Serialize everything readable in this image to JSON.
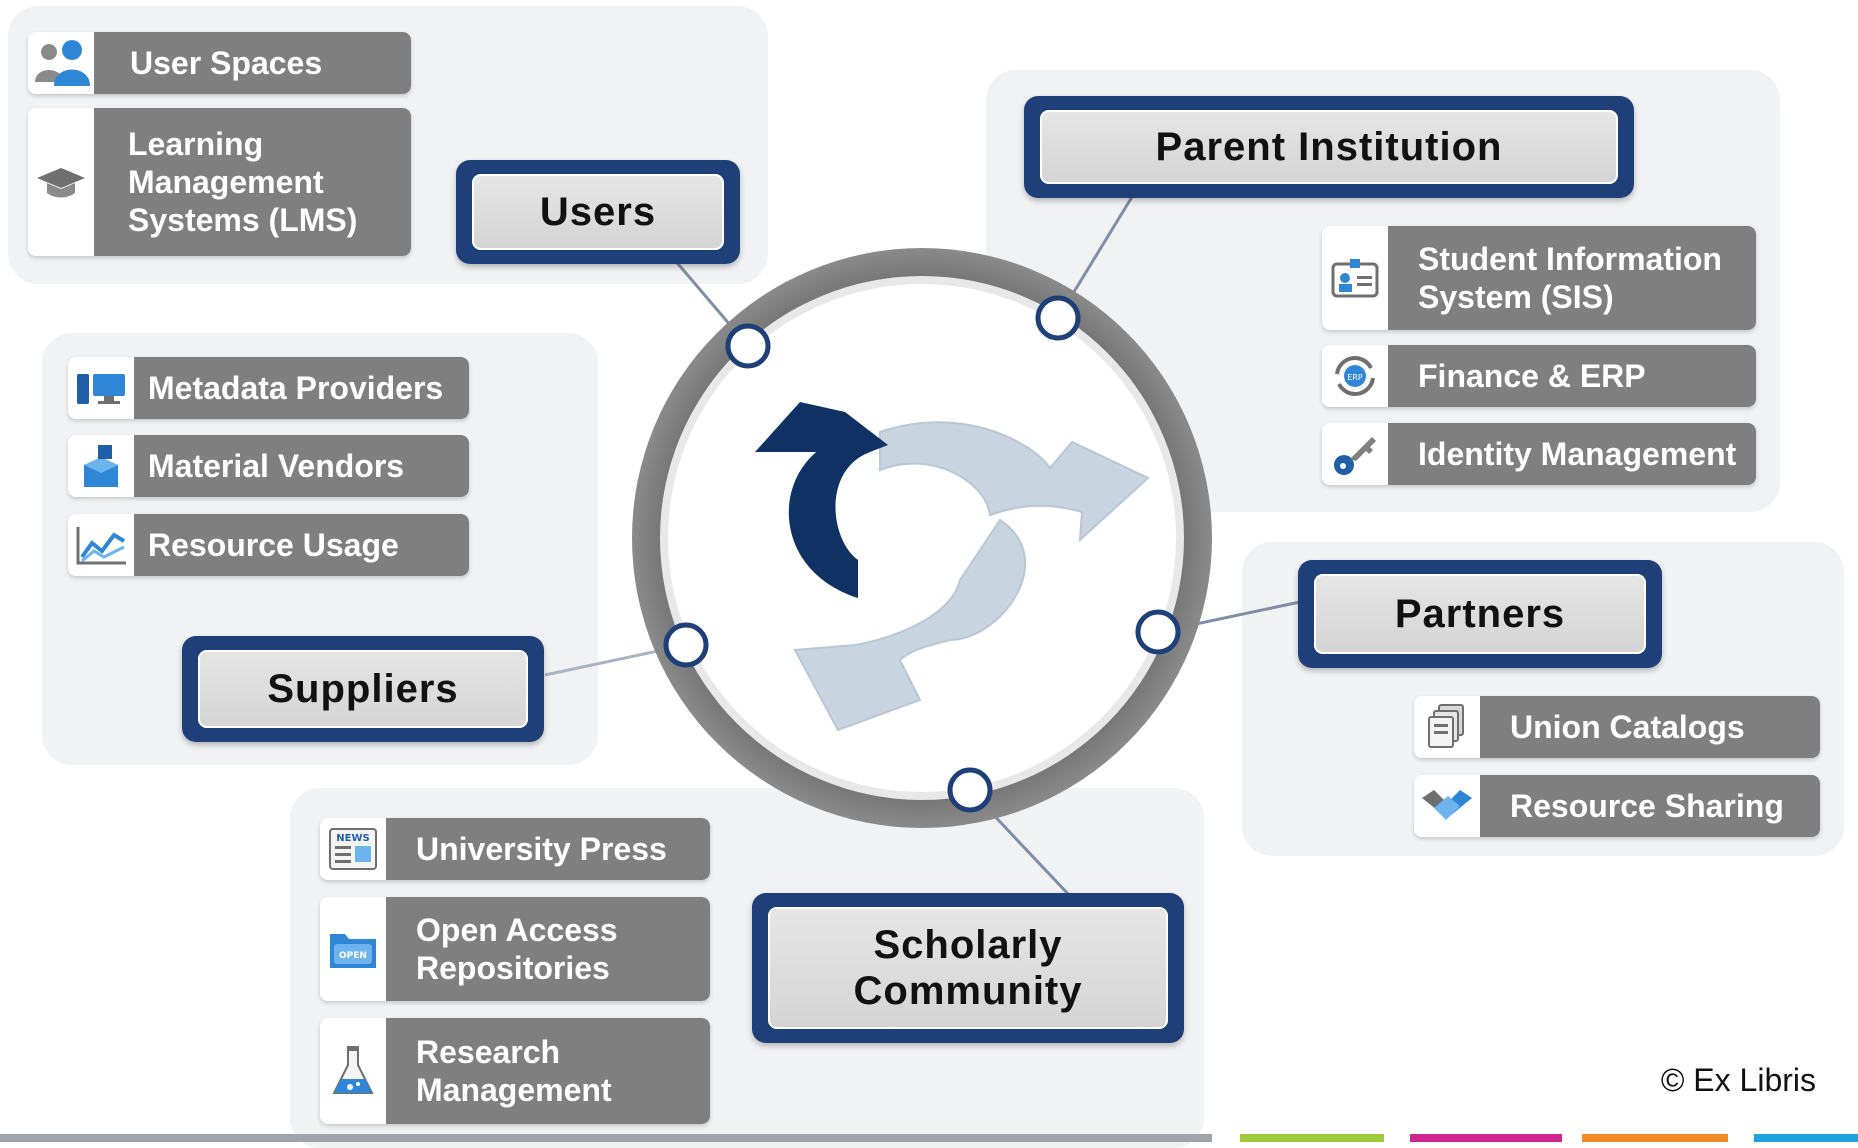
{
  "categories": {
    "users": "Users",
    "parent": "Parent Institution",
    "suppliers": "Suppliers",
    "partners": "Partners",
    "scholarly": "Scholarly\nCommunity"
  },
  "users_items": [
    {
      "label": "User Spaces",
      "icon": "users-icon"
    },
    {
      "label": "Learning\nManagement\nSystems (LMS)",
      "icon": "graduation-cap-icon"
    }
  ],
  "parent_items": [
    {
      "label": "Student Information\nSystem (SIS)",
      "icon": "id-badge-icon"
    },
    {
      "label": "Finance & ERP",
      "icon": "erp-cycle-icon"
    },
    {
      "label": "Identity Management",
      "icon": "key-icon"
    }
  ],
  "supplier_items": [
    {
      "label": "Metadata Providers",
      "icon": "computer-icon"
    },
    {
      "label": "Material Vendors",
      "icon": "boxes-icon"
    },
    {
      "label": "Resource Usage",
      "icon": "line-chart-icon"
    }
  ],
  "partner_items": [
    {
      "label": "Union Catalogs",
      "icon": "documents-icon"
    },
    {
      "label": "Resource Sharing",
      "icon": "handshake-icon"
    }
  ],
  "scholarly_items": [
    {
      "label": "University Press",
      "icon": "news-icon"
    },
    {
      "label": "Open Access\nRepositories",
      "icon": "open-folder-icon"
    },
    {
      "label": "Research\nManagement",
      "icon": "flask-icon"
    }
  ],
  "copyright": "© Ex Libris",
  "colors": {
    "navy": "#1f3f78",
    "item_grey": "#7f7f7f",
    "panel": "#f1f2f4",
    "arrow_dark": "#0f3163",
    "arrow_light": "#c8d4e0",
    "footer": [
      "#9fc83a",
      "#d0258f",
      "#f08a24",
      "#1fa3dd"
    ]
  }
}
